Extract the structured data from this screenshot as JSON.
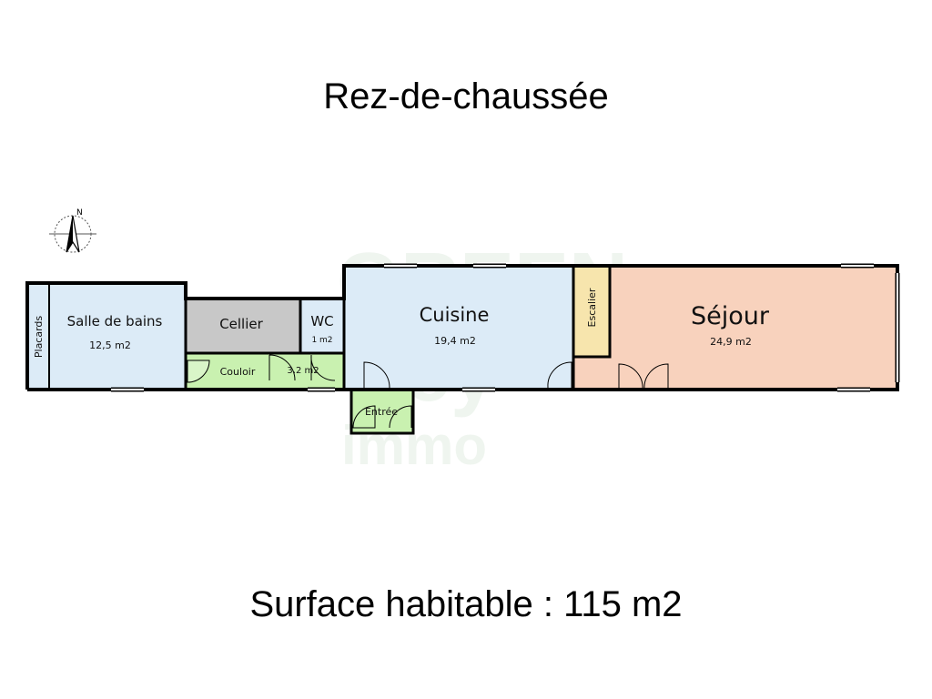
{
  "title": "Rez-de-chaussée",
  "footer": "Surface habitable : 115 m2",
  "compass": {
    "label": "N",
    "icon": "north-arrow-icon"
  },
  "watermark": {
    "line1": "GREEN",
    "line2": "key",
    "line3": "immo"
  },
  "colors": {
    "bathroom": "#dcebf7",
    "cellar": "#c8c8c8",
    "wc": "#dcebf7",
    "corridor": "#c9f1b0",
    "kitchen": "#dcebf7",
    "stairs": "#f7e5ad",
    "living": "#f8d2bd",
    "entrance": "#c9f1b0",
    "closet": "#dcebf7",
    "wall": "#000000"
  },
  "rooms": {
    "placards": {
      "name": "Placards"
    },
    "bathroom": {
      "name": "Salle de bains",
      "area": "12,5 m2"
    },
    "cellar": {
      "name": "Cellier"
    },
    "wc": {
      "name": "WC",
      "area": "1 m2"
    },
    "corridor": {
      "name": "Couloir",
      "area": "3,2 m2"
    },
    "kitchen": {
      "name": "Cuisine",
      "area": "19,4 m2"
    },
    "stairs": {
      "name": "Escalier"
    },
    "living": {
      "name": "Séjour",
      "area": "24,9 m2"
    },
    "entrance": {
      "name": "Entrée"
    }
  }
}
